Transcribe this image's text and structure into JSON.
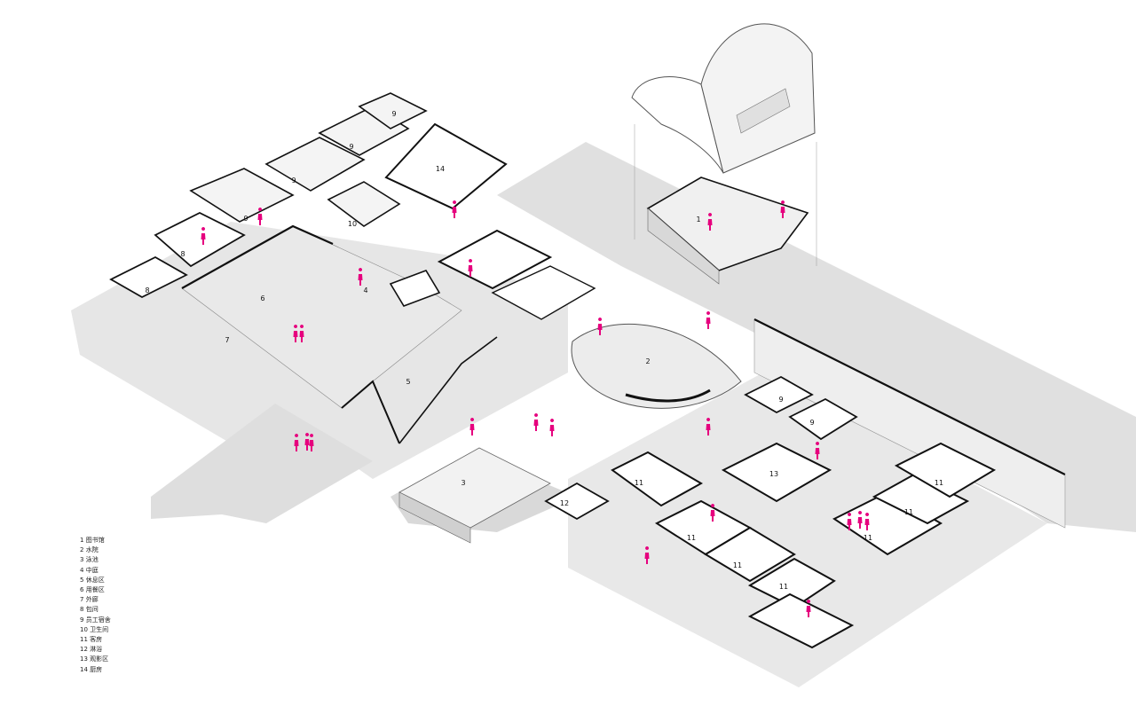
{
  "legend": [
    {
      "num": "1",
      "name": "图书馆"
    },
    {
      "num": "2",
      "name": "水院"
    },
    {
      "num": "3",
      "name": "泳池"
    },
    {
      "num": "4",
      "name": "中庭"
    },
    {
      "num": "5",
      "name": "休息区"
    },
    {
      "num": "6",
      "name": "用餐区"
    },
    {
      "num": "7",
      "name": "外廊"
    },
    {
      "num": "8",
      "name": "包间"
    },
    {
      "num": "9",
      "name": "员工宿舍"
    },
    {
      "num": "10",
      "name": "卫生间"
    },
    {
      "num": "11",
      "name": "客房"
    },
    {
      "num": "12",
      "name": "淋浴"
    },
    {
      "num": "13",
      "name": "观影区"
    },
    {
      "num": "14",
      "name": "厨房"
    }
  ],
  "room_labels": {
    "library": "1",
    "water_court": "2",
    "pool": "3",
    "atrium": "4",
    "lounge": "5",
    "dining": "6",
    "veranda": "7",
    "private_room_a": "8",
    "private_room_b": "8",
    "staff_dorm_a": "9",
    "staff_dorm_b": "9",
    "staff_dorm_c": "9",
    "staff_dorm_d": "9",
    "staff_dorm_e": "9",
    "staff_dorm_f": "9",
    "restroom": "10",
    "guest_a": "11",
    "guest_b": "11",
    "guest_c": "11",
    "guest_d": "11",
    "guest_e": "11",
    "guest_f": "11",
    "guest_g": "11",
    "shower": "12",
    "cinema": "13",
    "kitchen": "14"
  },
  "colors": {
    "figure": "#e6007e",
    "wall": "#111111",
    "floor": "#e6e6e6",
    "ground": "#dcdcdc",
    "room_fill": "#ffffff"
  },
  "icons": {
    "person": "person-figure-icon"
  }
}
